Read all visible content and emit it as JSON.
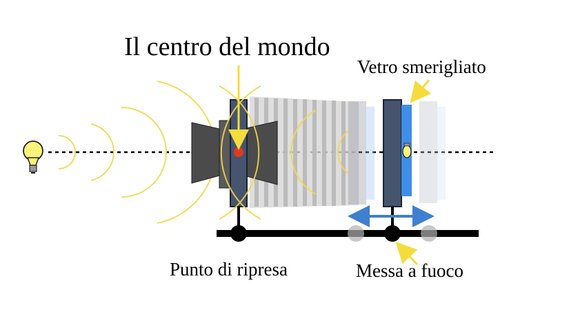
{
  "labels": {
    "title": "Il centro del mondo",
    "ground_glass": "Vetro smerigliato",
    "shooting_point": "Punto di ripresa",
    "focusing": "Messa a fuoco"
  },
  "colors": {
    "wave": "#f0d84a",
    "arrow_yellow": "#f4dc3c",
    "lens": "#4b4b4b",
    "standard": "#46546e",
    "ground_glass": "#3f8fe8",
    "center_dot": "#e03a1e",
    "focus_arrow": "#3f7fd0",
    "rail": "#000000"
  },
  "icons": [
    "light-bulb-icon",
    "small-bulb-icon"
  ]
}
